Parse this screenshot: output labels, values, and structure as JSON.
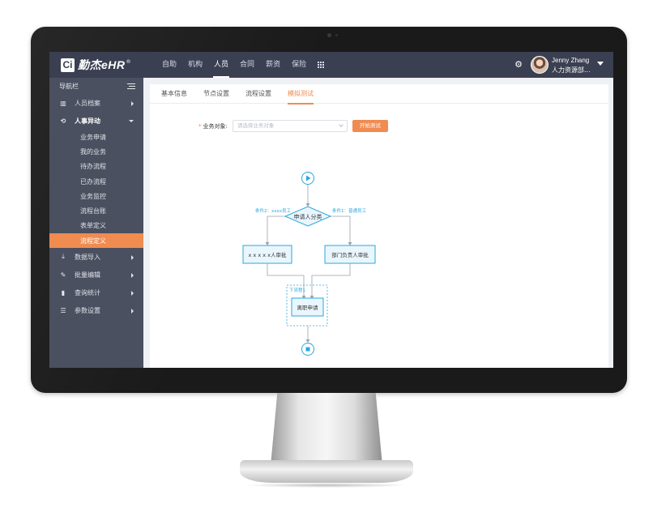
{
  "app": {
    "logo_mark": "Ci",
    "logo_text": "勤杰eHR",
    "registered": "®"
  },
  "topnav": {
    "items": [
      {
        "label": "自助",
        "active": false
      },
      {
        "label": "机构",
        "active": false
      },
      {
        "label": "人员",
        "active": true
      },
      {
        "label": "合同",
        "active": false
      },
      {
        "label": "薪资",
        "active": false
      },
      {
        "label": "保险",
        "active": false
      }
    ],
    "more_icon": "grid-icon",
    "settings_icon": "gear-icon"
  },
  "user": {
    "name": "Jenny Zhang",
    "dept": "人力资源部..."
  },
  "sidebar": {
    "title": "导航栏",
    "items": [
      {
        "label": "人员档案",
        "icon": "staff-files-icon",
        "expanded": false
      },
      {
        "label": "人事异动",
        "icon": "transfer-icon",
        "expanded": true,
        "children": [
          {
            "label": "业务申请",
            "active": false
          },
          {
            "label": "我的业务",
            "active": false
          },
          {
            "label": "待办流程",
            "active": false
          },
          {
            "label": "已办流程",
            "active": false
          },
          {
            "label": "业务监控",
            "active": false
          },
          {
            "label": "流程台账",
            "active": false
          },
          {
            "label": "表单定义",
            "active": false
          },
          {
            "label": "流程定义",
            "active": true
          }
        ]
      },
      {
        "label": "数据导入",
        "icon": "import-icon",
        "expanded": false
      },
      {
        "label": "批量编辑",
        "icon": "edit-icon",
        "expanded": false
      },
      {
        "label": "查询统计",
        "icon": "stats-icon",
        "expanded": false
      },
      {
        "label": "参数设置",
        "icon": "settings-sliders-icon",
        "expanded": false
      }
    ]
  },
  "tabs": [
    {
      "label": "基本信息",
      "active": false
    },
    {
      "label": "节点设置",
      "active": false
    },
    {
      "label": "流程设置",
      "active": false
    },
    {
      "label": "模拟测试",
      "active": true
    }
  ],
  "form": {
    "required_mark": "*",
    "label": "业务对象:",
    "placeholder": "请选择业务对象",
    "start_button": "开始测试"
  },
  "flowchart": {
    "decision": "申请人分类",
    "branch_left_label": "条件2：xxxx员工",
    "branch_right_label": "条件1：普通员工",
    "node_left": "x x x x x人审批",
    "node_right": "部门负责人审批",
    "group_label": "下流程1",
    "node_final": "离职申请"
  },
  "colors": {
    "topbar": "#3a3f51",
    "sidebar": "#4b5060",
    "accent": "#f08c50",
    "flow_blue": "#2aa7e0"
  }
}
